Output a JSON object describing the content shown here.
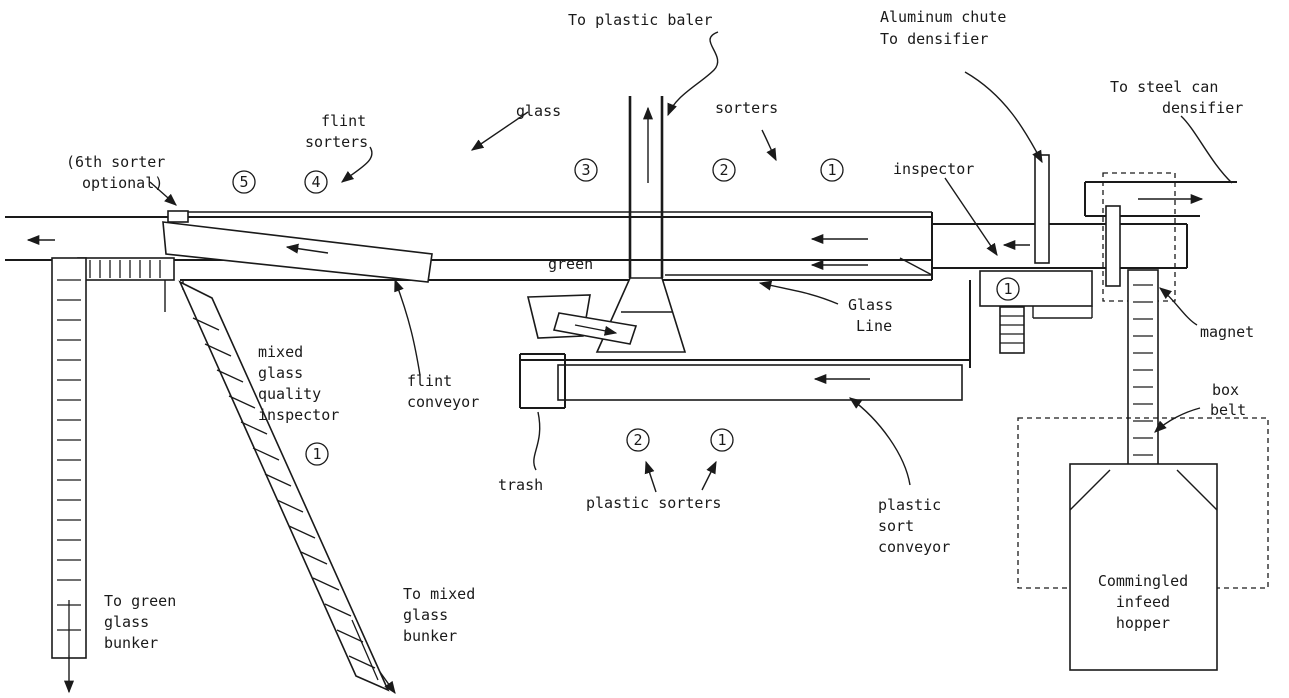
{
  "labels": {
    "to_plastic_baler": "To plastic baler",
    "aluminum_chute": "Aluminum chute",
    "to_densifier": "To densifier",
    "to_steel_can": "To steel can",
    "densifier": "densifier",
    "glass": "glass",
    "sorters": "sorters",
    "flint": "flint",
    "flint_sorters": "sorters",
    "sixth_sorter_1": "(6th sorter",
    "sixth_sorter_2": "optional)",
    "inspector": "inspector",
    "green": "green",
    "glass_line_1": "Glass",
    "glass_line_2": "Line",
    "magnet": "magnet",
    "mixed_1": "mixed",
    "mixed_2": "glass",
    "mixed_3": "quality",
    "mixed_4": "inspector",
    "flint_conveyor_1": "flint",
    "flint_conveyor_2": "conveyor",
    "trash": "trash",
    "plastic_sorters": "plastic sorters",
    "plastic_sort_1": "plastic",
    "plastic_sort_2": "sort",
    "plastic_sort_3": "conveyor",
    "box_belt_1": "box",
    "box_belt_2": "belt",
    "hopper_1": "Commingled",
    "hopper_2": "infeed",
    "hopper_3": "hopper",
    "green_bunker_1": "To green",
    "green_bunker_2": "glass",
    "green_bunker_3": "bunker",
    "mixed_bunker_1": "To mixed",
    "mixed_bunker_2": "glass",
    "mixed_bunker_3": "bunker"
  },
  "stations": {
    "glass_5": "5",
    "glass_4": "4",
    "glass_3": "3",
    "glass_2": "2",
    "glass_1": "1",
    "inspector_1": "1",
    "mixed_inspector_1": "1",
    "plastic_2": "2",
    "plastic_1": "1"
  }
}
